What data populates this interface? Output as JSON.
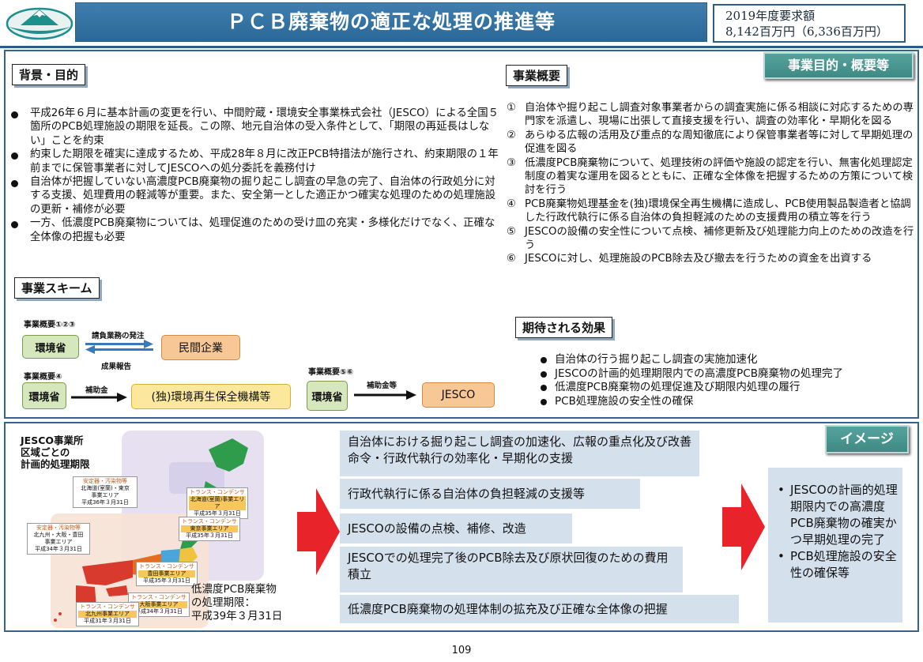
{
  "header": {
    "title": "ＰＣＢ廃棄物の適正な処理の推進等",
    "budget_line1": "2019年度要求額",
    "budget_line2": "8,142百万円（6,336百万円）"
  },
  "background": {
    "label": "背景・目的",
    "bullets": [
      "平成26年６月に基本計画の変更を行い、中間貯蔵・環境安全事業株式会社（JESCO）による全国５箇所のPCB処理施設の期限を延長。この際、地元自治体の受入条件として、「期限の再延長はしない」ことを約束",
      "約束した期限を確実に達成するため、平成28年８月に改正PCB特措法が施行され、約束期限の１年前までに保管事業者に対してJESCOへの処分委託を義務付け",
      "自治体が把握していない高濃度PCB廃棄物の掘り起こし調査の早急の完了、自治体の行政処分に対する支援、処理費用の軽減等が重要。また、安全第一とした適正かつ確実な処理のための処理施設の更新・補修が必要",
      "一方、低濃度PCB廃棄物については、処理促進のための受け皿の充実・多様化だけでなく、正確な全体像の把握も必要"
    ]
  },
  "overview": {
    "tag": "事業目的・概要等",
    "label": "事業概要",
    "items": [
      {
        "mark": "①",
        "text": "自治体や掘り起こし調査対象事業者からの調査実施に係る相談に対応するための専門家を派遣し、現場に出張して直接支援を行い、調査の効率化・早期化を図る"
      },
      {
        "mark": "②",
        "text": "あらゆる広報の活用及び重点的な周知徹底により保管事業者等に対して早期処理の促進を図る"
      },
      {
        "mark": "③",
        "text": "低濃度PCB廃棄物について、処理技術の評価や施設の認定を行い、無害化処理認定制度の着実な運用を図るとともに、正確な全体像を把握するための方策について検討を行う"
      },
      {
        "mark": "④",
        "text": "PCB廃棄物処理基金を(独)環境保全再生機構に造成し、PCB使用製品製造者と協調した行政代執行に係る自治体の負担軽減のための支援費用の積立等を行う"
      },
      {
        "mark": "⑤",
        "text": "JESCOの設備の安全性について点検、補修更新及び処理能力向上のための改造を行う"
      },
      {
        "mark": "⑥",
        "text": "JESCOに対し、処理施設のPCB除去及び撤去を行うための資金を出資する"
      }
    ]
  },
  "effects": {
    "label": "期待される効果",
    "items": [
      "自治体の行う掘り起こし調査の実施加速化",
      "JESCOの計画的処理期限内での高濃度PCB廃棄物の処理完了",
      "低濃度PCB廃棄物の処理促進及び期限内処理の履行",
      "PCB処理施設の安全性の確保"
    ]
  },
  "scheme": {
    "label": "事業スキーム",
    "group1_label": "事業概要①②③",
    "group1_from": "環境省",
    "group1_top_arrow": "請負業務の発注",
    "group1_bottom_arrow": "成果報告",
    "group1_to": "民間企業",
    "group2_label": "事業概要④",
    "group2_from": "環境省",
    "group2_arrow": "補助金",
    "group2_to": "(独)環境再生保全機構等",
    "group3_label": "事業概要⑤⑥",
    "group3_from": "環境省",
    "group3_arrow": "補助金等",
    "group3_to": "JESCO"
  },
  "map": {
    "title": "JESCO事業所\n区域ごとの\n計画的処理期限",
    "low_conc": "低濃度PCB廃棄物\nの処理期限：\n平成39年３月31日",
    "callouts": [
      {
        "cap": "安定器・汚染物等",
        "area": "北海道(室蘭)・東京\n事業エリア",
        "date": "平成36年３月31日"
      },
      {
        "cap": "トランス・コンデンサ",
        "area": "北海道(室蘭)事業エリア",
        "date": "平成35年３月31日"
      },
      {
        "cap": "トランス・コンデンサ",
        "area": "東京事業エリア",
        "date": "平成35年３月31日"
      },
      {
        "cap": "安定器・汚染物等",
        "area": "北九州・大阪・豊田\n事業エリア",
        "date": "平成34年３月31日"
      },
      {
        "cap": "トランス・コンデンサ",
        "area": "豊田事業エリア",
        "date": "平成35年３月31日"
      },
      {
        "cap": "トランス・コンデンサ",
        "area": "大阪事業エリア",
        "date": "平成34年３月31日"
      },
      {
        "cap": "トランス・コンデンサ",
        "area": "北九州事業エリア",
        "date": "平成31年３月31日"
      }
    ]
  },
  "measures": [
    "自治体における掘り起こし調査の加速化、広報の重点化及び改善命令・行政代執行の効率化・早期化の支援",
    "行政代執行に係る自治体の負担軽減の支援等",
    "JESCOの設備の点検、補修、改造",
    "JESCOでの処理完了後のPCB除去及び原状回復のための費用積立",
    "低濃度PCB廃棄物の処理体制の拡充及び正確な全体像の把握"
  ],
  "image": {
    "tag": "イメージ",
    "items": [
      "JESCOの計画的処理期限内での高濃度PCB廃棄物の確実かつ早期処理の完了",
      "PCB処理施設の安全性の確保等"
    ]
  },
  "page_number": "109",
  "colors": {
    "title_bar": "#2a6898",
    "frame": "#33648f",
    "tag_teal": "#3e8984",
    "arrow_red": "#e8232a",
    "measure_bg": "#d5e0ed"
  }
}
